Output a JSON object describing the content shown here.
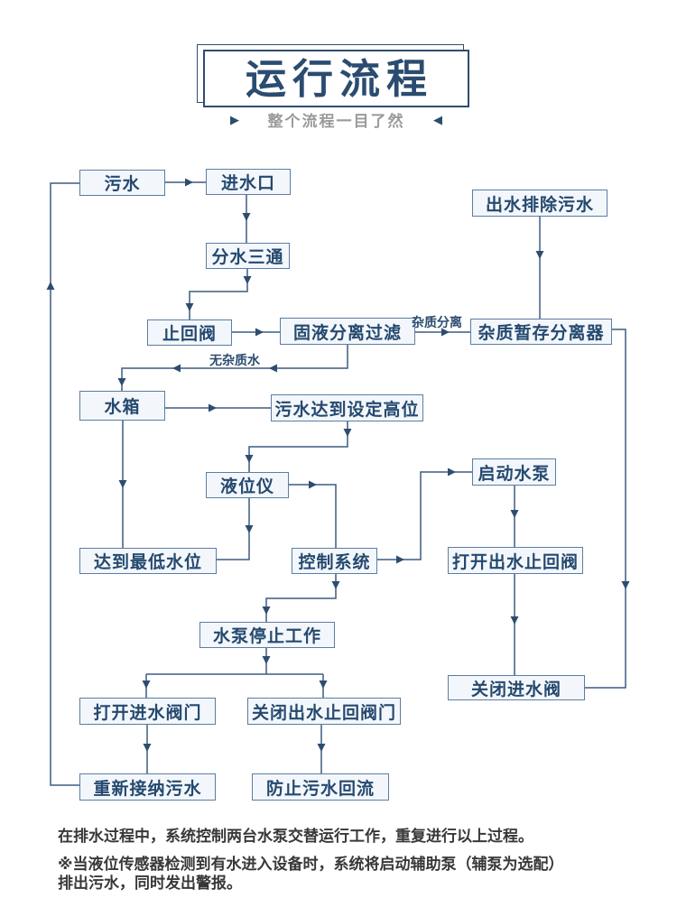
{
  "header": {
    "title": "运行流程",
    "subtitle": "整个流程一目了然",
    "left_arrow": "▶",
    "right_arrow": "◀"
  },
  "colors": {
    "accent_navy": "#2b4c70",
    "connector_line": "#3d5c80",
    "box_border": "#5b7da3",
    "box_fill": "#f3f7fb",
    "box_text": "#25496f",
    "subtitle_gray": "#9a9a9a",
    "note_text": "#383838"
  },
  "flowchart": {
    "nodes": [
      {
        "id": "sewage",
        "label": "污水"
      },
      {
        "id": "water-inlet",
        "label": "进水口"
      },
      {
        "id": "outlet-discharge-sewage",
        "label": "出水排除污水"
      },
      {
        "id": "water-split-tee",
        "label": "分水三通"
      },
      {
        "id": "check-valve",
        "label": "止回阀"
      },
      {
        "id": "solid-liquid-filter",
        "label": "固液分离过滤"
      },
      {
        "id": "impurity-storage-separator",
        "label": "杂质暂存分离器"
      },
      {
        "id": "water-tank",
        "label": "水箱"
      },
      {
        "id": "sewage-reaches-high-level",
        "label": "污水达到设定高位"
      },
      {
        "id": "start-pump",
        "label": "启动水泵"
      },
      {
        "id": "level-gauge",
        "label": "液位仪"
      },
      {
        "id": "reach-lowest-level",
        "label": "达到最低水位"
      },
      {
        "id": "control-system",
        "label": "控制系统"
      },
      {
        "id": "open-outlet-check-valve",
        "label": "打开出水止回阀"
      },
      {
        "id": "pump-stops-working",
        "label": "水泵停止工作"
      },
      {
        "id": "open-inlet-valve",
        "label": "打开进水阀门"
      },
      {
        "id": "close-outlet-check-valve",
        "label": "关闭出水止回阀门"
      },
      {
        "id": "close-inlet-valve",
        "label": "关闭进水阀"
      },
      {
        "id": "reaccept-sewage",
        "label": "重新接纳污水"
      },
      {
        "id": "prevent-backflow",
        "label": "防止污水回流"
      }
    ],
    "edge_labels": [
      {
        "id": "impurity-separation",
        "label": "杂质分离"
      },
      {
        "id": "impurity-free-water",
        "label": "无杂质水"
      }
    ]
  },
  "notes": {
    "line1": "在排水过程中，系统控制两台水泵交替运行工作，重复进行以上过程。",
    "line2": "※当液位传感器检测到有水进入设备时，系统将启动辅助泵（辅泵为选配）",
    "line3": "排出污水，同时发出警报。"
  }
}
